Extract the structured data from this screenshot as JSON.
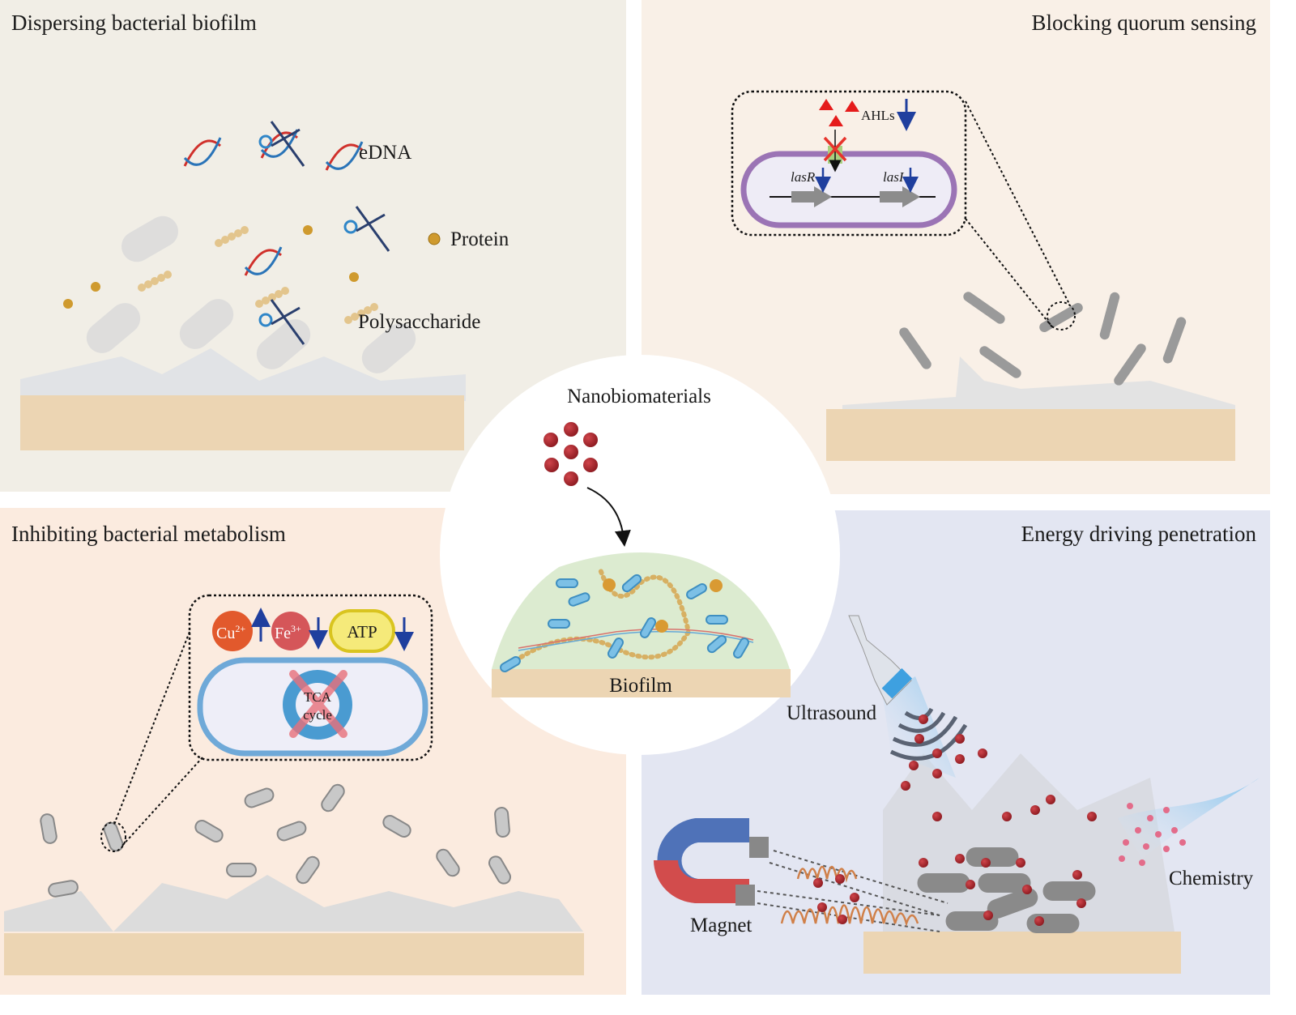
{
  "center": {
    "title": "Nanobiomaterials",
    "biofilm_label": "Biofilm"
  },
  "panels": {
    "top_left": {
      "title": "Dispersing bacterial biofilm",
      "labels": {
        "edna": "eDNA",
        "protein": "Protein",
        "polysaccharide": "Polysaccharide"
      }
    },
    "top_right": {
      "title": "Blocking quorum sensing",
      "labels": {
        "ahls": "AHLs",
        "lasr": "lasR",
        "lasi": "lasI"
      }
    },
    "bottom_left": {
      "title": "Inhibiting bacterial metabolism",
      "labels": {
        "cu": "Cu",
        "cu_charge": "2+",
        "fe": "Fe",
        "fe_charge": "3+",
        "atp": "ATP",
        "tca_line1": "TCA",
        "tca_line2": "cycle"
      }
    },
    "bottom_right": {
      "title": "Energy driving penetration",
      "labels": {
        "ultrasound": "Ultrasound",
        "magnet": "Magnet",
        "chemistry": "Chemistry"
      }
    }
  },
  "colors": {
    "panel_top_left": "#f1eee6",
    "panel_top_right": "#f9f0e7",
    "panel_bottom_left": "#fbebdf",
    "panel_bottom_right": "#e3e6f2",
    "substrate": "#ecd5b3",
    "nanoparticle": "#a5232a",
    "down_arrow": "#1f3f9e",
    "ahl": "#e51b1b"
  }
}
